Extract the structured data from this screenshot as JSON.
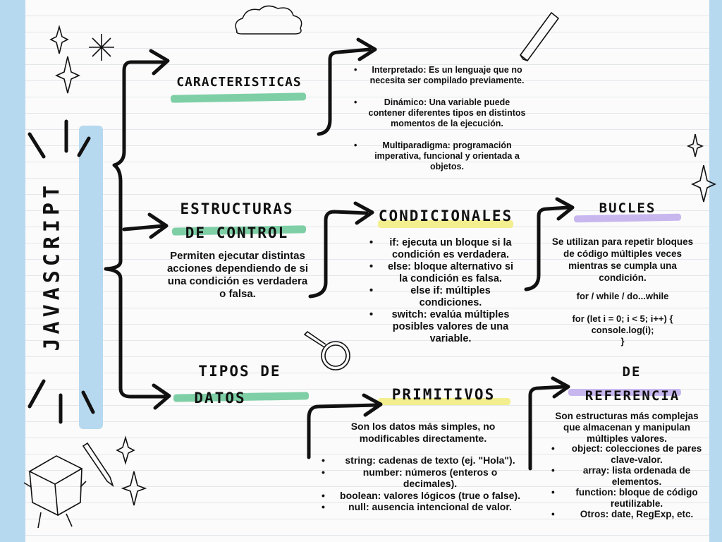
{
  "main_title": "JAVASCRIPT",
  "caracteristicas": {
    "title": "CARACTERISTICAS",
    "items": [
      "Interpretado: Es un lenguaje que no necesita ser compilado previamente.",
      "Dinámico: Una variable puede contener diferentes tipos en distintos momentos de la ejecución.",
      "Multiparadigma: programación imperativa, funcional y orientada a objetos."
    ]
  },
  "estructuras": {
    "title_line1": "ESTRUCTURAS",
    "title_line2": "DE CONTROL",
    "description": "Permiten ejecutar distintas acciones dependiendo de si una condición es verdadera o falsa."
  },
  "condicionales": {
    "title": "CONDICIONALES",
    "items": [
      "if: ejecuta un bloque si la condición es verdadera.",
      "else: bloque alternativo si la condición es falsa.",
      "else if: múltiples condiciones.",
      "switch: evalúa múltiples posibles valores de una variable."
    ]
  },
  "bucles": {
    "title": "BUCLES",
    "description": "Se utilizan para repetir bloques de código múltiples veces mientras se cumpla una condición.",
    "types": "for / while / do...while",
    "code_line1": "for (let i = 0; i < 5; i++) {",
    "code_line2": "console.log(i);",
    "code_line3": "}"
  },
  "tipos": {
    "title_line1": "TIPOS DE",
    "title_line2": "DATOS"
  },
  "primitivos": {
    "title": "PRIMITIVOS",
    "description": "Son los datos más simples, no modificables directamente.",
    "items": [
      "string: cadenas de texto (ej. \"Hola\").",
      "number: números (enteros o decimales).",
      "boolean: valores lógicos (true o false).",
      "null: ausencia intencional de valor."
    ]
  },
  "referencia": {
    "title_line1": "DE",
    "title_line2": "REFERENCIA",
    "description": "Son estructuras más complejas que almacenan y manipulan múltiples valores.",
    "items": [
      "object: colecciones de pares clave-valor.",
      "array: lista ordenada de elementos.",
      "function: bloque de código reutilizable.",
      "Otros: date, RegExp, etc."
    ]
  },
  "colors": {
    "green_highlight": "#7fcfa6",
    "yellow_highlight": "#f3ef8f",
    "purple_highlight": "#c8b7ee",
    "blue_accent": "#b7d9ef"
  }
}
